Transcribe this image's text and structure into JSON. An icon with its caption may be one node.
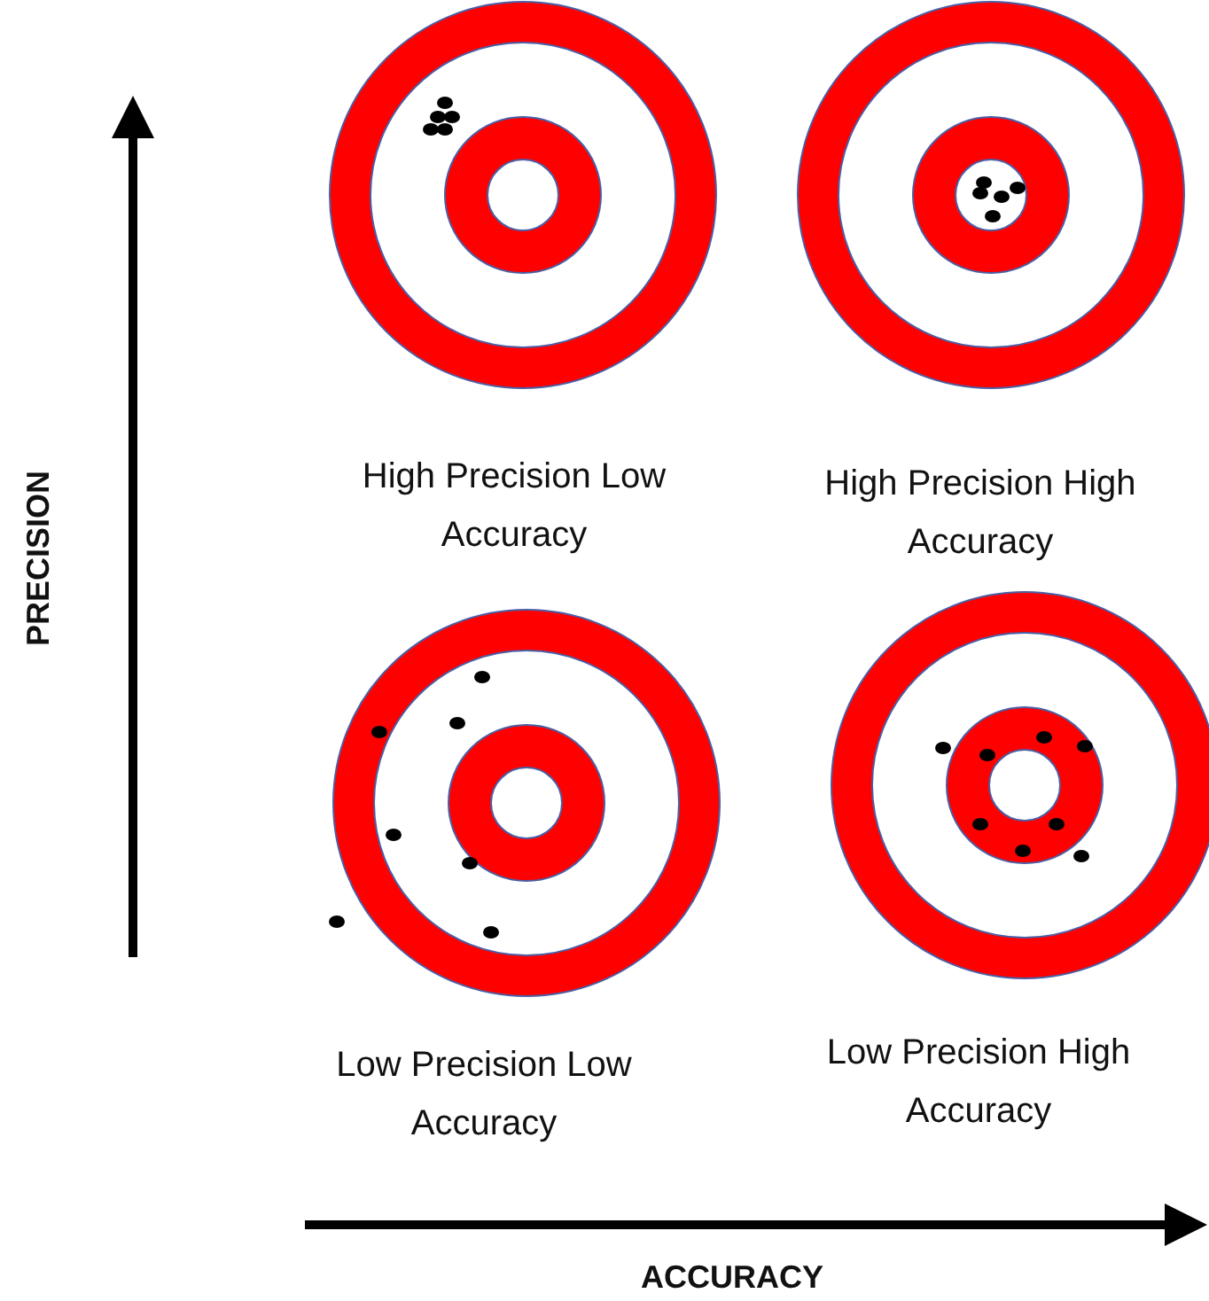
{
  "diagram": {
    "labels": [
      "High Precision Low Accuracy",
      "High Precision High Accuracy",
      "Low Precision Low Accuracy",
      "Low Precision High Accuracy",
      "PRECISION",
      "ACCURACY"
    ]
  }
}
